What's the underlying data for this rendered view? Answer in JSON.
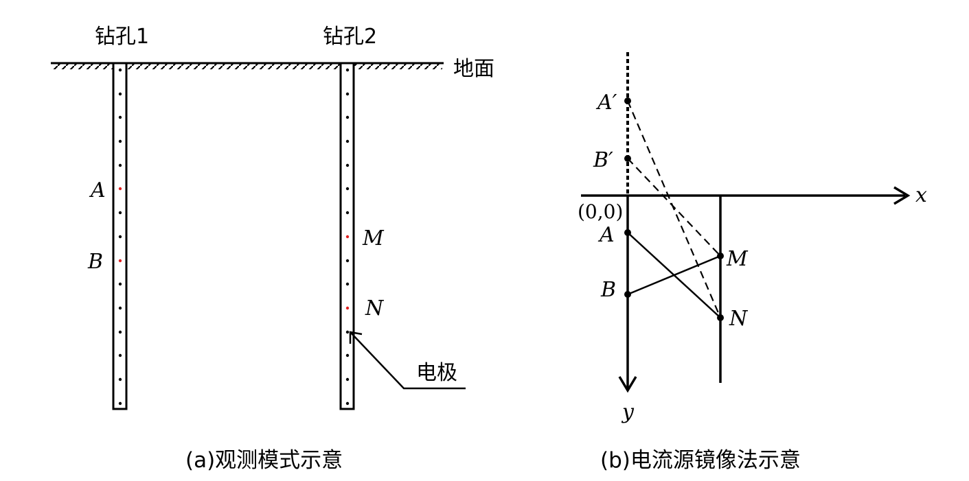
{
  "panel_a": {
    "borehole1_label": "钻孔1",
    "borehole2_label": "钻孔2",
    "ground_label": "地面",
    "electrode_label": "电极",
    "point_a": "A",
    "point_b": "B",
    "point_m": "M",
    "point_n": "N",
    "caption": "(a)观测模式示意",
    "electrode_color": "#000000",
    "active_electrode_color": "#e02020"
  },
  "panel_b": {
    "point_a_image": "A′",
    "point_b_image": "B′",
    "origin_label": "(0,0)",
    "point_a": "A",
    "point_b": "B",
    "point_m": "M",
    "point_n": "N",
    "x_axis_label": "x",
    "y_axis_label": "y",
    "caption": "(b)电流源镜像法示意"
  }
}
